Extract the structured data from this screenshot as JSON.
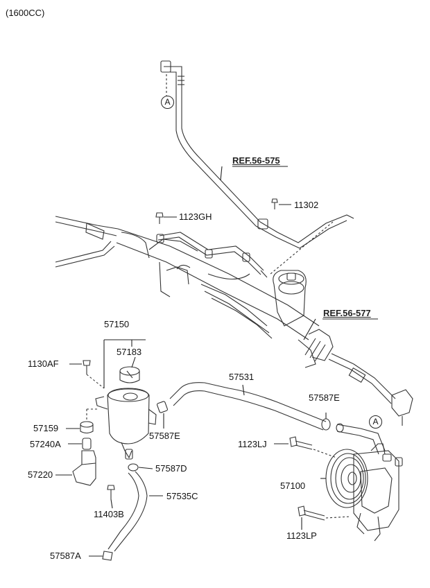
{
  "header": {
    "variant": "(1600CC)"
  },
  "references": {
    "ref_575": "REF.56-575",
    "ref_577": "REF.56-577"
  },
  "markers": {
    "a_top": "A",
    "a_pump": "A"
  },
  "parts": {
    "p11302": "11302",
    "p1123GH": "1123GH",
    "p57150": "57150",
    "p57183": "57183",
    "p1130AF": "1130AF",
    "p57531": "57531",
    "p57587E_top": "57587E",
    "p57159": "57159",
    "p57587E_mid": "57587E",
    "p57240A": "57240A",
    "p1123LJ": "1123LJ",
    "p57587D": "57587D",
    "p57220": "57220",
    "p57100": "57100",
    "p57535C": "57535C",
    "p11403B": "11403B",
    "p1123LP": "1123LP",
    "p57587A": "57587A"
  }
}
